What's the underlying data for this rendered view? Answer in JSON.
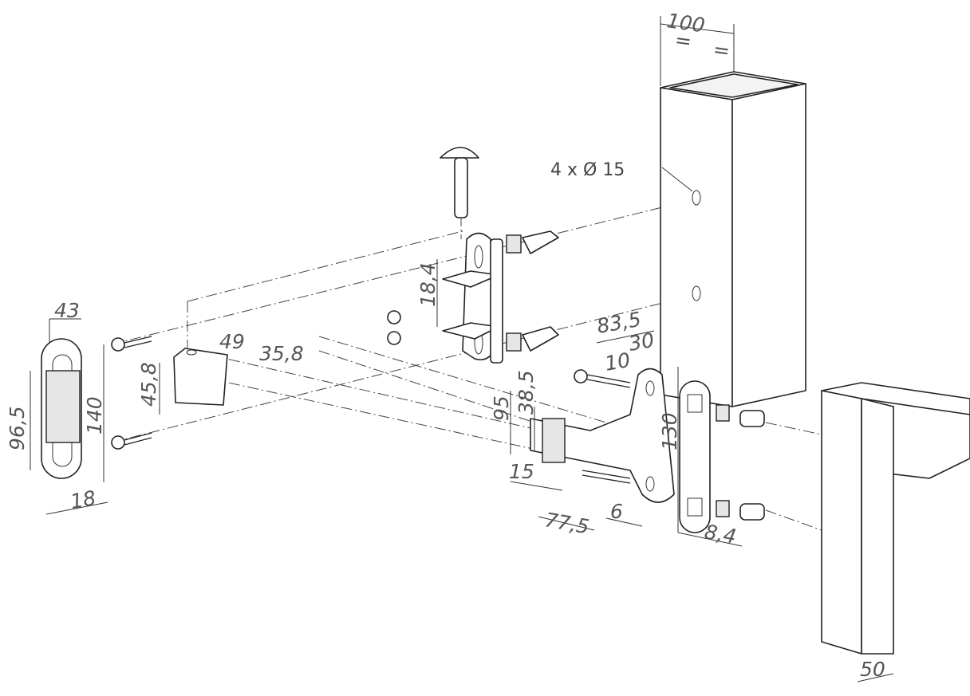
{
  "dimensions": {
    "post_width": "100",
    "equal_left": "=",
    "equal_right": "=",
    "holes": "4 x Ø 15",
    "d_18_4": "18,4",
    "d_43": "43",
    "d_49": "49",
    "d_35_8": "35,8",
    "d_45_8": "45,8",
    "d_96_5": "96,5",
    "d_140": "140",
    "d_18": "18",
    "d_83_5": "83,5",
    "d_10": "10",
    "d_30": "30",
    "d_38_5": "38,5",
    "d_95": "95",
    "d_130": "130",
    "d_15": "15",
    "d_77_5": "77,5",
    "d_6": "6",
    "d_8_4": "8,4",
    "d_50": "50"
  }
}
